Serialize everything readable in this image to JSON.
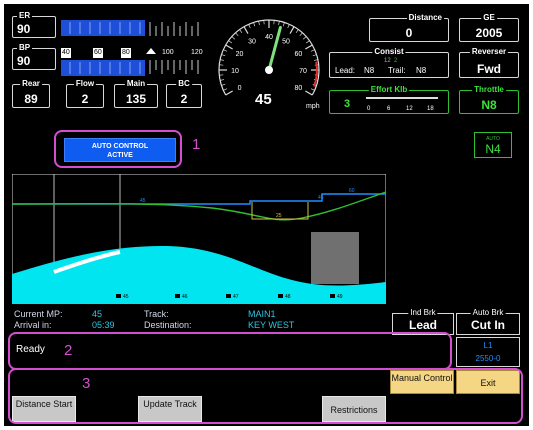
{
  "gauges": {
    "er": {
      "label": "ER",
      "value": "90"
    },
    "bp": {
      "label": "BP",
      "value": "90"
    },
    "rear": {
      "label": "Rear",
      "value": "89"
    },
    "flow": {
      "label": "Flow",
      "value": "2"
    },
    "main": {
      "label": "Main",
      "value": "135"
    },
    "bc": {
      "label": "BC",
      "value": "2"
    }
  },
  "bar_scale": [
    "40",
    "60",
    "80",
    "100",
    "120"
  ],
  "speedometer": {
    "speed": "45",
    "unit": "mph",
    "ticks": [
      "0",
      "10",
      "20",
      "30",
      "40",
      "50",
      "60",
      "70",
      "80"
    ],
    "needle_fraction": 0.5625
  },
  "distance": {
    "label": "Distance",
    "value": "0"
  },
  "ge": {
    "label": "GE",
    "value": "2005"
  },
  "consist": {
    "label": "Consist",
    "small_left": "12",
    "small_right": "2",
    "lead_label": "Lead:",
    "lead_value": "N8",
    "trail_label": "Trail:",
    "trail_value": "N8"
  },
  "reverser": {
    "label": "Reverser",
    "value": "Fwd"
  },
  "effort": {
    "label": "Effort Klb",
    "value": "3",
    "scale": [
      "0",
      "6",
      "12",
      "18"
    ]
  },
  "throttle": {
    "label": "Throttle",
    "value": "N8"
  },
  "auto_indicator": {
    "label": "AUTO",
    "value": "N4"
  },
  "auto_control": {
    "line1": "AUTO CONTROL",
    "line2": "ACTIVE"
  },
  "profile": {
    "speed_labels": [
      "45",
      "45",
      "60",
      "25"
    ],
    "markers": [
      "45",
      "46",
      "47",
      "48",
      "49"
    ]
  },
  "trip": {
    "current_mp_label": "Current MP:",
    "current_mp": "45",
    "arrival_label": "Arrival in:",
    "arrival": "05:39",
    "track_label": "Track:",
    "track": "MAIN1",
    "destination_label": "Destination:",
    "destination": "KEY WEST"
  },
  "ind_brk": {
    "label": "Ind Brk",
    "value": "Lead"
  },
  "auto_brk": {
    "label": "Auto Brk",
    "value": "Cut In"
  },
  "status_message": "Ready",
  "side_info": {
    "line1": "L1",
    "line2": "2550-0"
  },
  "buttons": {
    "manual_control": "Manual Control",
    "exit": "Exit",
    "distance_start": "Distance Start",
    "update_track": "Update Track",
    "restrictions": "Restrictions"
  },
  "callouts": [
    "1",
    "2",
    "3"
  ],
  "colors": {
    "accent_blue": "#0f5cf0",
    "callout": "#d44fd0",
    "terrain": "#00e5f0",
    "track_line": "#2fbf2f",
    "button_yellow": "#f5d685"
  }
}
